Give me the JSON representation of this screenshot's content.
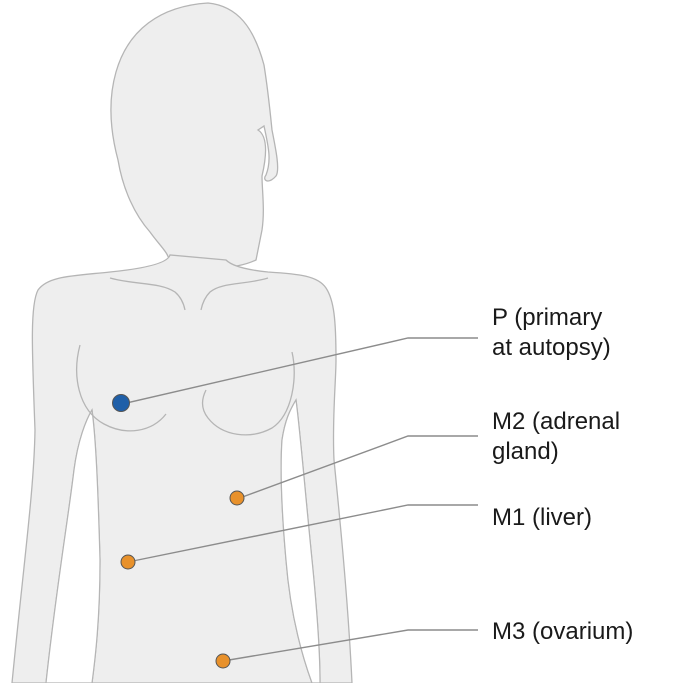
{
  "markers": [
    {
      "id": "P",
      "lines": [
        "P (primary",
        "at autopsy)"
      ],
      "color": "#1f5fa8"
    },
    {
      "id": "M2",
      "lines": [
        "M2 (adrenal",
        "gland)"
      ],
      "color": "#e8912b"
    },
    {
      "id": "M1",
      "lines": [
        "M1 (liver)"
      ],
      "color": "#e8912b"
    },
    {
      "id": "M3",
      "lines": [
        "M3 (ovarium)"
      ],
      "color": "#e8912b"
    }
  ],
  "colors": {
    "body_fill": "#eeeeee",
    "body_stroke": "#b5b5b5",
    "leader_line": "#8c8c8c",
    "marker_stroke": "#555555"
  }
}
